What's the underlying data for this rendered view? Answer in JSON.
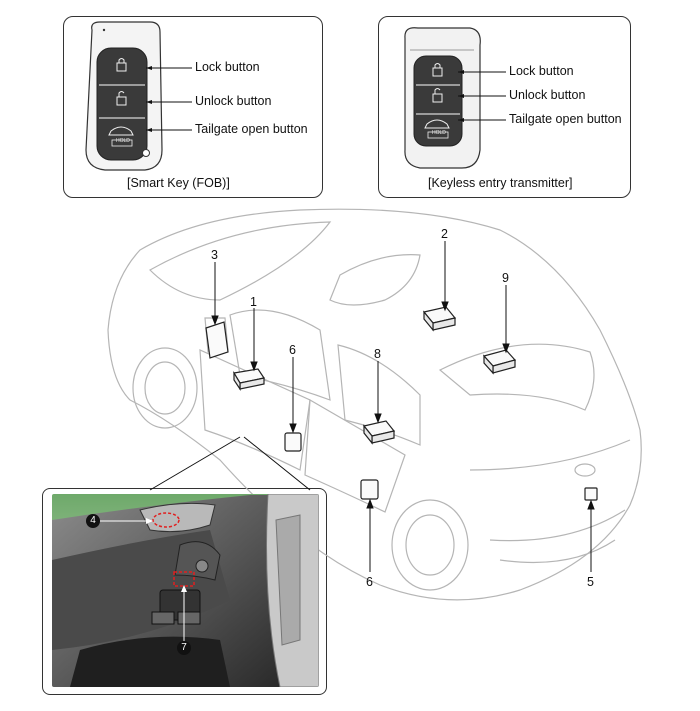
{
  "smart_key": {
    "caption": "[Smart Key (FOB)]",
    "labels": [
      "Lock button",
      "Unlock button",
      "Tailgate open button"
    ]
  },
  "transmitter": {
    "caption": "[Keyless entry transmitter]",
    "labels": [
      "Lock button",
      "Unlock button",
      "Tailgate open button"
    ]
  },
  "car_numbers": [
    "3",
    "1",
    "6",
    "8",
    "2",
    "9",
    "6",
    "5"
  ],
  "inset_numbers": [
    "4",
    "7"
  ],
  "hold_text": "HOLD"
}
